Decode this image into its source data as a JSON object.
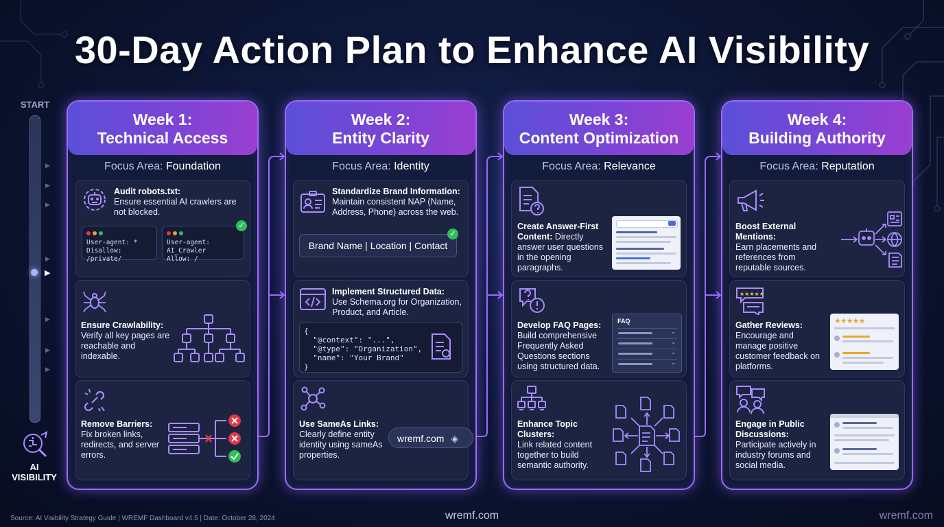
{
  "title": "30-Day Action Plan to Enhance AI Visibility",
  "rail": {
    "start": "START",
    "end_line1": "AI",
    "end_line2": "VISIBILITY"
  },
  "focus_prefix": "Focus Area:",
  "weeks": [
    {
      "title_line1": "Week 1:",
      "title_line2": "Technical Access",
      "focus": "Foundation",
      "cards": [
        {
          "heading": "Audit robots.txt:",
          "body": "Ensure essential AI crawlers are not blocked.",
          "code_a": [
            "User-agent: *",
            "Disallow: /private/"
          ],
          "code_b": [
            "User-agent: AI_Crawler",
            "Allow: /"
          ]
        },
        {
          "heading": "Ensure Crawlability:",
          "body": "Verify all key pages are reachable and indexable."
        },
        {
          "heading": "Remove Barriers:",
          "body": "Fix broken links, redirects, and server errors."
        }
      ]
    },
    {
      "title_line1": "Week 2:",
      "title_line2": "Entity Clarity",
      "focus": "Identity",
      "cards": [
        {
          "heading": "Standardize Brand Information:",
          "body": "Maintain consistent NAP (Name, Address, Phone) across the web.",
          "pill": "Brand Name | Location | Contact"
        },
        {
          "heading": "Implement Structured Data:",
          "body": "Use Schema.org for Organization, Product, and Article.",
          "code": [
            "{",
            "  \"@context\": \"...\",",
            "  \"@type\": \"Organization\",",
            "  \"name\": \"Your Brand\"",
            "}"
          ]
        },
        {
          "heading": "Use SameAs Links:",
          "body": "Clearly define entity identity using sameAs properties.",
          "pill": "wremf.com"
        }
      ]
    },
    {
      "title_line1": "Week 3:",
      "title_line2": "Content Optimization",
      "focus": "Relevance",
      "cards": [
        {
          "heading": "Create Answer-First Content:",
          "body": "Directly answer user questions in the opening paragraphs."
        },
        {
          "heading": "Develop FAQ Pages:",
          "body": "Build comprehensive Frequently Asked Questions sections using structured data.",
          "faq_label": "FAQ"
        },
        {
          "heading": "Enhance Topic Clusters:",
          "body": "Link related content together to build semantic authority."
        }
      ]
    },
    {
      "title_line1": "Week 4:",
      "title_line2": "Building Authority",
      "focus": "Reputation",
      "cards": [
        {
          "heading": "Boost External Mentions:",
          "body": "Earn placements and references from reputable sources."
        },
        {
          "heading": "Gather Reviews:",
          "body": "Encourage and manage positive customer feedback on platforms.",
          "stars": "★★★★★"
        },
        {
          "heading": "Engage in Public Discussions:",
          "body": "Participate actively in industry forums and social media."
        }
      ]
    }
  ],
  "footer": {
    "source": "Source: AI Visibility Strategy Guide | WREMF Dashboard v4.5 | Date: October 28, 2024",
    "center": "wremf.com",
    "right": "wremf.com"
  },
  "colors": {
    "accent": "#9a6bff",
    "header_start": "#5b4fd8",
    "header_end": "#9a3ed0",
    "check": "#2fbf5a",
    "error": "#e0384a",
    "icon": "#a98cff"
  }
}
